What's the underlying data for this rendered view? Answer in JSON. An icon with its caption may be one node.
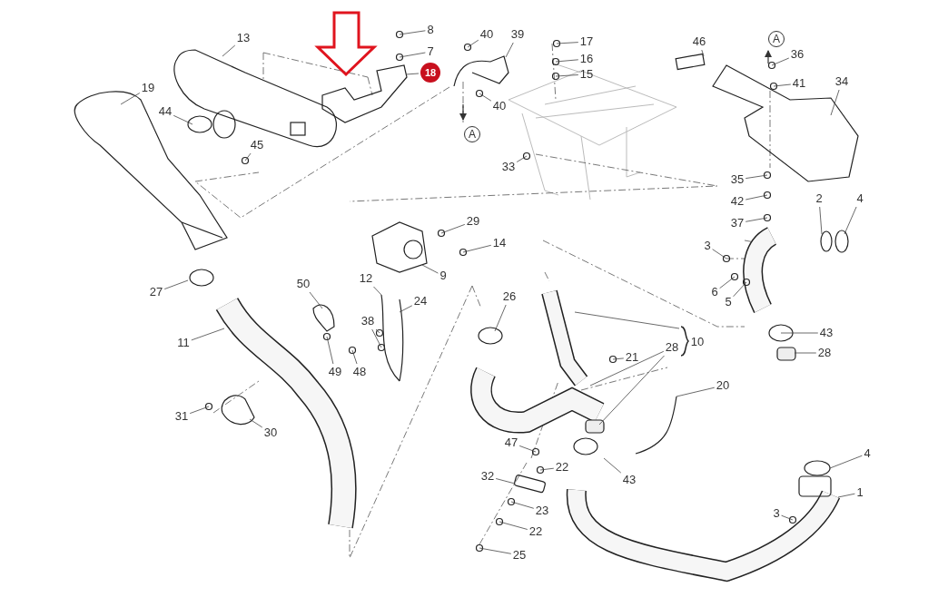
{
  "diagram": {
    "nodes": [
      {
        "text": [
          "8"
        ]
      },
      {
        "text": [
          "13"
        ]
      },
      {
        "text": [
          "40"
        ]
      },
      {
        "text": [
          "39"
        ]
      },
      {
        "text": [
          "17"
        ]
      },
      {
        "text": [
          "46"
        ]
      },
      {
        "text": [
          "7"
        ]
      },
      {
        "text": [
          "16"
        ]
      },
      {
        "text": [
          "36"
        ]
      },
      {
        "text": [
          "18"
        ]
      },
      {
        "text": [
          "15"
        ]
      },
      {
        "text": [
          "41"
        ]
      },
      {
        "text": [
          "34"
        ]
      },
      {
        "text": [
          "19"
        ]
      },
      {
        "text": [
          "40"
        ]
      },
      {
        "text": [
          "44"
        ]
      },
      {
        "text": [
          "45"
        ]
      },
      {
        "text": [
          "33"
        ]
      },
      {
        "text": [
          "35"
        ]
      },
      {
        "text": [
          "2"
        ]
      },
      {
        "text": [
          "4"
        ]
      },
      {
        "text": [
          "42"
        ]
      },
      {
        "text": [
          "37"
        ]
      },
      {
        "text": [
          "29"
        ]
      },
      {
        "text": [
          "14"
        ]
      },
      {
        "text": [
          "3"
        ]
      },
      {
        "text": [
          "9"
        ]
      },
      {
        "text": [
          "12"
        ]
      },
      {
        "text": [
          "50"
        ]
      },
      {
        "text": [
          "27"
        ]
      },
      {
        "text": [
          "6"
        ]
      },
      {
        "text": [
          "5"
        ]
      },
      {
        "text": [
          "26"
        ]
      },
      {
        "text": [
          "24"
        ]
      },
      {
        "text": [
          "38"
        ]
      },
      {
        "text": [
          "43"
        ]
      },
      {
        "text": [
          "11"
        ]
      },
      {
        "text": [
          "10"
        ]
      },
      {
        "text": [
          "28"
        ]
      },
      {
        "text": [
          "28"
        ]
      },
      {
        "text": [
          "21"
        ]
      },
      {
        "text": [
          "49"
        ]
      },
      {
        "text": [
          "48"
        ]
      },
      {
        "text": [
          "20"
        ]
      },
      {
        "text": [
          "31"
        ]
      },
      {
        "text": [
          "30"
        ]
      },
      {
        "text": [
          "47"
        ]
      },
      {
        "text": [
          "4"
        ]
      },
      {
        "text": [
          "22"
        ]
      },
      {
        "text": [
          "43"
        ]
      },
      {
        "text": [
          "32"
        ]
      },
      {
        "text": [
          "1"
        ]
      },
      {
        "text": [
          "23"
        ]
      },
      {
        "text": [
          "3"
        ]
      },
      {
        "text": [
          "22"
        ]
      },
      {
        "text": [
          "25"
        ]
      }
    ],
    "edges": [
      {
        "from": 0,
        "to": null,
        "arrow": "none"
      },
      {
        "from": 1,
        "to": null,
        "arrow": "none"
      },
      {
        "from": 2,
        "to": null,
        "arrow": "none"
      },
      {
        "from": 3,
        "to": null,
        "arrow": "none"
      },
      {
        "from": 4,
        "to": null,
        "arrow": "none"
      },
      {
        "from": 5,
        "to": null,
        "arrow": "none"
      },
      {
        "from": 6,
        "to": null,
        "arrow": "none"
      },
      {
        "from": 7,
        "to": null,
        "arrow": "none"
      },
      {
        "from": 8,
        "to": null,
        "arrow": "none"
      },
      {
        "from": 9,
        "to": null,
        "arrow": "none"
      },
      {
        "from": 10,
        "to": null,
        "arrow": "none"
      },
      {
        "from": 11,
        "to": null,
        "arrow": "none"
      },
      {
        "from": 12,
        "to": null,
        "arrow": "none"
      },
      {
        "from": 13,
        "to": null,
        "arrow": "none"
      },
      {
        "from": 14,
        "to": null,
        "arrow": "none"
      },
      {
        "from": 15,
        "to": null,
        "arrow": "none"
      },
      {
        "from": 16,
        "to": null,
        "arrow": "none"
      },
      {
        "from": 17,
        "to": null,
        "arrow": "none"
      },
      {
        "from": 18,
        "to": null,
        "arrow": "none"
      },
      {
        "from": 19,
        "to": null,
        "arrow": "none"
      },
      {
        "from": 20,
        "to": null,
        "arrow": "none"
      },
      {
        "from": 21,
        "to": null,
        "arrow": "none"
      },
      {
        "from": 22,
        "to": null,
        "arrow": "none"
      },
      {
        "from": 23,
        "to": null,
        "arrow": "none"
      },
      {
        "from": 24,
        "to": null,
        "arrow": "none"
      },
      {
        "from": 25,
        "to": null,
        "arrow": "none"
      },
      {
        "from": 26,
        "to": null,
        "arrow": "none"
      },
      {
        "from": 27,
        "to": null,
        "arrow": "none"
      },
      {
        "from": 28,
        "to": null,
        "arrow": "none"
      },
      {
        "from": 29,
        "to": null,
        "arrow": "none"
      },
      {
        "from": 30,
        "to": null,
        "arrow": "none"
      },
      {
        "from": 31,
        "to": null,
        "arrow": "none"
      },
      {
        "from": 32,
        "to": null,
        "arrow": "none"
      },
      {
        "from": 33,
        "to": null,
        "arrow": "none"
      },
      {
        "from": 34,
        "to": null,
        "arrow": "none"
      },
      {
        "from": 34,
        "to": null,
        "arrow": "none"
      },
      {
        "from": 35,
        "to": null,
        "arrow": "none"
      },
      {
        "from": 36,
        "to": null,
        "arrow": "none"
      },
      {
        "from": 37,
        "to": null,
        "arrow": "none"
      },
      {
        "from": 38,
        "to": null,
        "arrow": "none"
      },
      {
        "from": 38,
        "to": null,
        "arrow": "none"
      },
      {
        "from": 39,
        "to": null,
        "arrow": "none"
      },
      {
        "from": 40,
        "to": null,
        "arrow": "none"
      },
      {
        "from": 41,
        "to": null,
        "arrow": "none"
      },
      {
        "from": 42,
        "to": null,
        "arrow": "none"
      },
      {
        "from": 43,
        "to": null,
        "arrow": "none"
      },
      {
        "from": 44,
        "to": null,
        "arrow": "none"
      },
      {
        "from": 45,
        "to": null,
        "arrow": "none"
      },
      {
        "from": 46,
        "to": null,
        "arrow": "none"
      },
      {
        "from": 47,
        "to": null,
        "arrow": "none"
      },
      {
        "from": 48,
        "to": null,
        "arrow": "none"
      },
      {
        "from": 49,
        "to": null,
        "arrow": "none"
      },
      {
        "from": 50,
        "to": null,
        "arrow": "none"
      },
      {
        "from": 51,
        "to": null,
        "arrow": "none"
      },
      {
        "from": 52,
        "to": null,
        "arrow": "none"
      },
      {
        "from": 53,
        "to": null,
        "arrow": "none"
      },
      {
        "from": 54,
        "to": null,
        "arrow": "none"
      },
      {
        "from": 55,
        "to": null,
        "arrow": "none"
      }
    ],
    "labels": [
      "A",
      "A"
    ]
  }
}
